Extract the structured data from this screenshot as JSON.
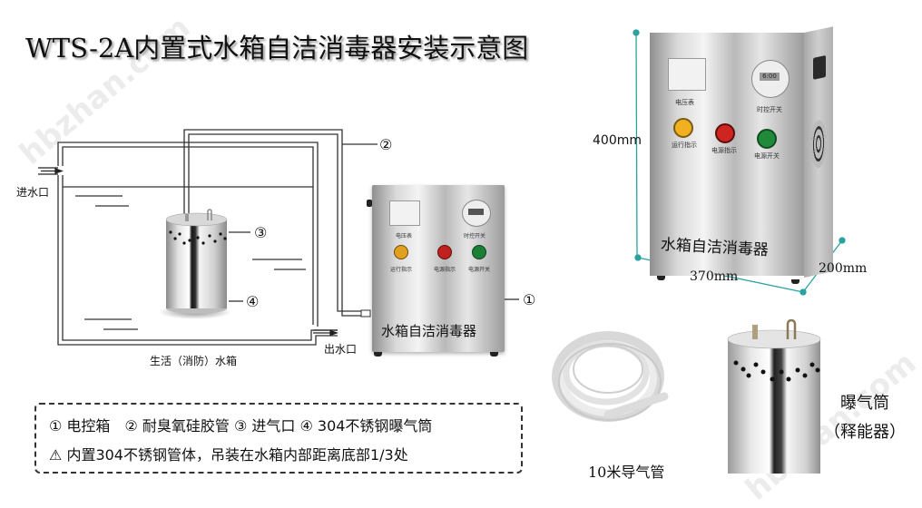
{
  "title": "WTS-2A内置式水箱自洁消毒器安装示意图",
  "watermark": "hbzhan.com",
  "diagram": {
    "inlet_label": "进水口",
    "outlet_label": "出水口",
    "tank_label": "生活（消防）水箱",
    "callouts": [
      "①",
      "②",
      "③",
      "④"
    ]
  },
  "control_box": {
    "name": "水箱自洁消毒器",
    "panel": {
      "meter_label": "电压表",
      "timer_label": "时控开关",
      "timer_display": "6:00",
      "lamps": [
        {
          "label": "运行指示",
          "color": "#e8a21a"
        },
        {
          "label": "电源指示",
          "color": "#c8221e"
        },
        {
          "label": "电源开关",
          "color": "#1f8a3a"
        }
      ]
    }
  },
  "product": {
    "name": "水箱自洁消毒器",
    "height": "400mm",
    "width": "370mm",
    "depth": "200mm",
    "dimension_color": "#2aa3a0"
  },
  "legend": {
    "row1": "① 电控箱　② 耐臭氧硅胶管 ③  进气口 ④ 304不锈钢曝气筒",
    "warning_icon": "⚠",
    "row2": "内置304不锈钢管体，吊装在水箱内部距离底部1/3处"
  },
  "accessories": {
    "hose_label": "10米导气管",
    "cylinder_label_line1": "曝气筒",
    "cylinder_label_line2": "（释能器）"
  }
}
